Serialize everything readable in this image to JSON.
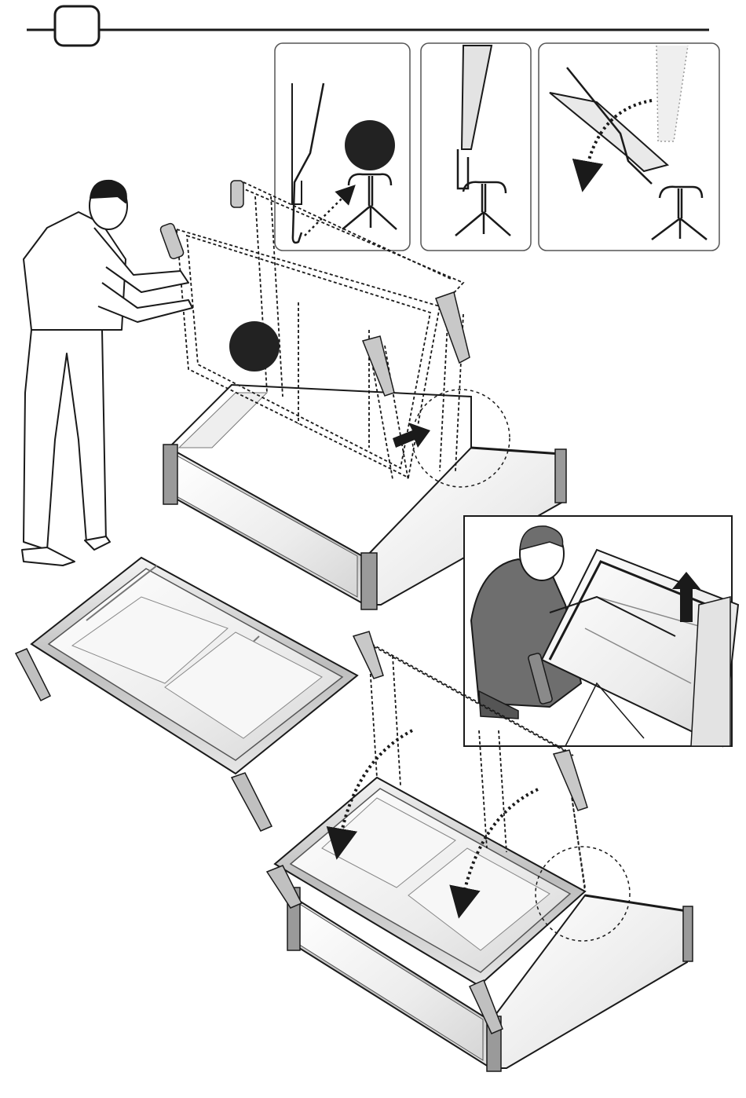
{
  "page": {
    "step_number": "",
    "kind": "assembly-instruction-illustration"
  },
  "icons": {
    "step_badge": "rounded-square-badge",
    "marker_1": "filled-circle",
    "marker_2": "filled-circle",
    "arrow_direction": "arrow-right",
    "arrow_lift": "arrow-up",
    "dotted_arrows": "dotted-curved-arrow"
  },
  "colors": {
    "line": "#1a1a1a",
    "frame_fill": "#d9d9d9",
    "glass_fill": "#f2f2f2",
    "shadow_fill": "#8a8a8a",
    "marker_fill": "#222222"
  },
  "detail_panels": [
    {
      "name": "hook-insertion"
    },
    {
      "name": "hook-engaged"
    },
    {
      "name": "hook-rotation"
    }
  ]
}
